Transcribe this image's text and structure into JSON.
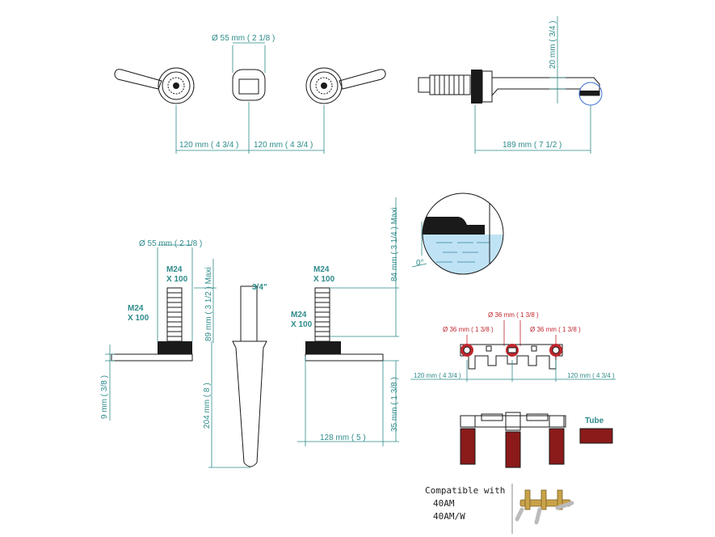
{
  "top_view": {
    "diameter": "Ø 55 mm ( 2 1/8 )",
    "spacing_left": "120 mm ( 4 3/4 )",
    "spacing_right": "120 mm ( 4 3/4 )"
  },
  "side_view": {
    "height": "20 mm ( 3/4 )",
    "reach": "189 mm ( 7 1/2 )"
  },
  "body_left": {
    "diameter": "Ø 55 mm ( 2 1/8 )",
    "thread_top": [
      "M24",
      "X 100"
    ],
    "thread_side": [
      "M24",
      "X 100"
    ],
    "max_label": "89 mm ( 3 1/2 )  Maxi",
    "plate": "9 mm ( 3/8 )"
  },
  "spout": {
    "thread": "3/4\"",
    "length": "204 mm ( 8 )"
  },
  "body_right": {
    "thread_top": [
      "M24",
      "X 100"
    ],
    "thread_side": [
      "M24",
      "X 100"
    ],
    "max_label": "84 mm ( 3 1/4 )  Maxi",
    "plate": "35 mm ( 1 3/8 )",
    "width": "128 mm ( 5 )"
  },
  "detail": {
    "angle": "0°"
  },
  "valve_body": {
    "center_diameter": "Ø 36 mm ( 1 3/8 )",
    "left_diameter": "Ø 36 mm ( 1 3/8 )",
    "right_diameter": "Ø 36 mm ( 1 3/8 )",
    "spacing_left": "120 mm ( 4 3/4 )",
    "spacing_right": "120 mm ( 4 3/4 )"
  },
  "tube_legend": {
    "label": "Tube",
    "color": "#8b1a1a"
  },
  "compatible": {
    "title": "Compatible with",
    "models": [
      "40AM",
      "40AM/W"
    ]
  }
}
